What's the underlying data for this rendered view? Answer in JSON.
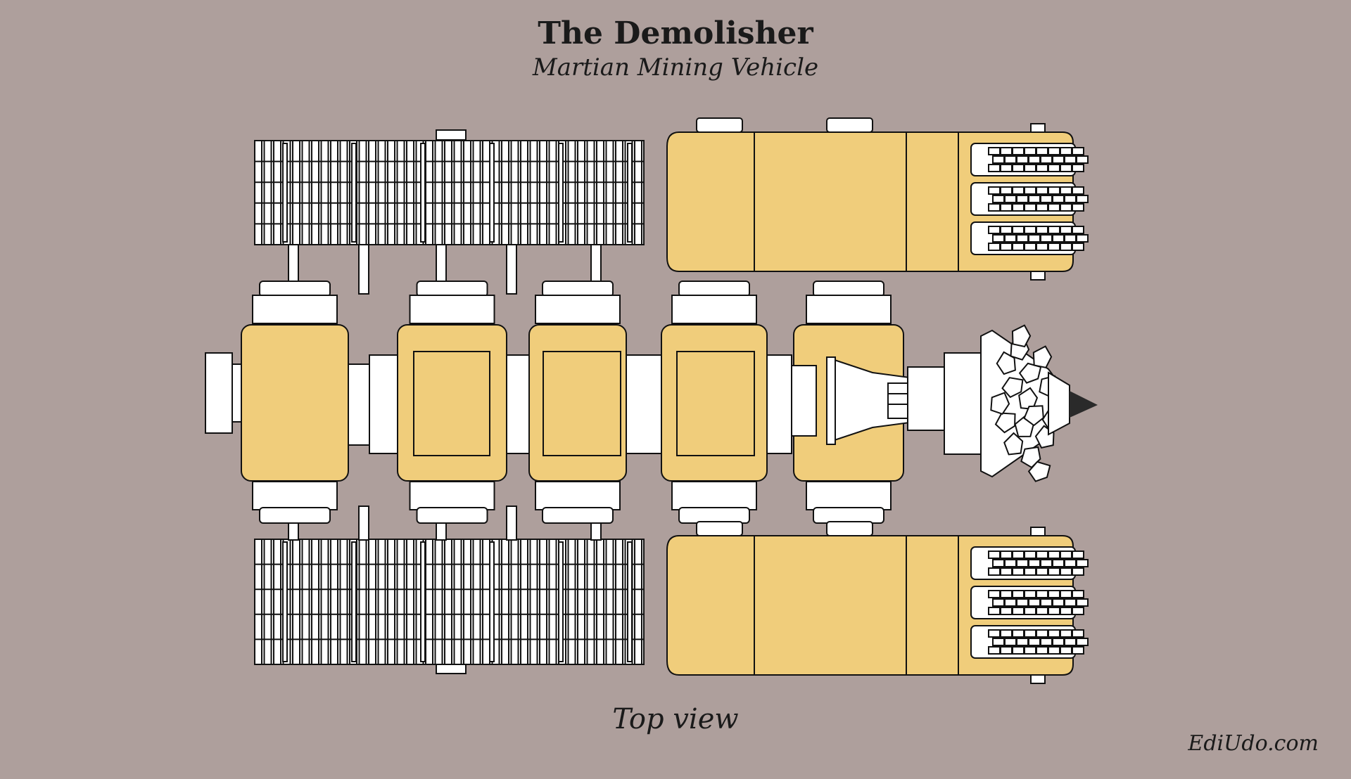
{
  "header": {
    "title": "The Demolisher",
    "subtitle": "Martian Mining Vehicle"
  },
  "footer": {
    "caption": "Top view",
    "credit": "EdiUdo.com"
  },
  "colors": {
    "background": "#ae9f9c",
    "body_yellow": "#f0cd7b",
    "outline": "#111111",
    "metal": "#ffffff"
  }
}
